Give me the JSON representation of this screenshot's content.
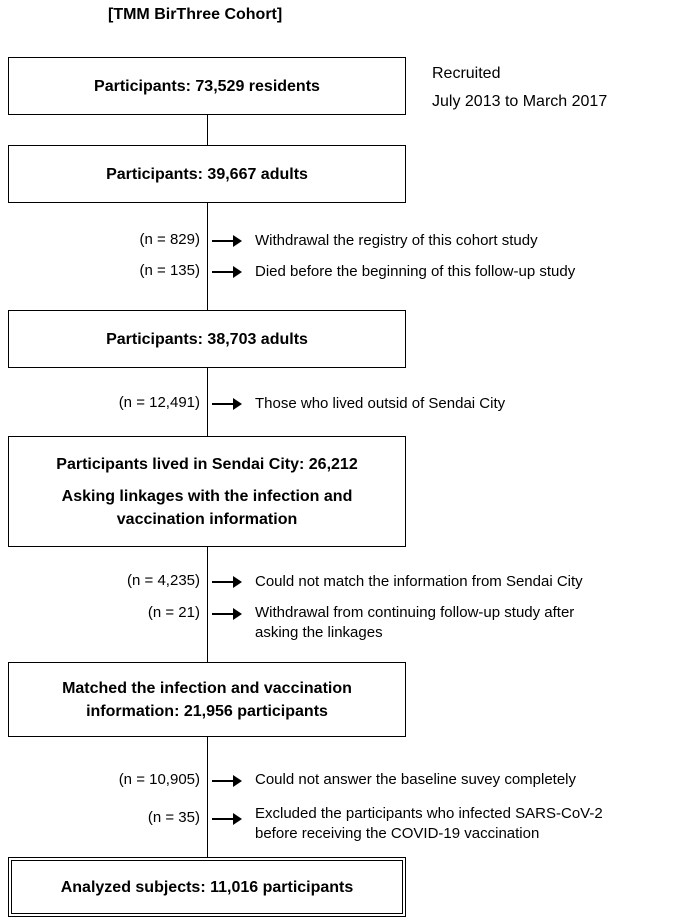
{
  "title": "[TMM BirThree Cohort]",
  "boxes": {
    "b1": "Participants: 73,529 residents",
    "b2": "Participants: 39,667 adults",
    "b3": "Participants: 38,703 adults",
    "b4_line1": "Participants lived in Sendai City: 26,212",
    "b4_line2": "Asking linkages with the infection and",
    "b4_line3": "vaccination information",
    "b5_line1": "Matched the infection and vaccination",
    "b5_line2": "information: 21,956 participants",
    "b6": "Analyzed subjects: 11,016 participants"
  },
  "recruited": {
    "line1": "Recruited",
    "line2": "July 2013 to March 2017"
  },
  "exclusions": [
    {
      "n": "(n = 829)",
      "reason_lines": [
        "Withdrawal the registry of this cohort study"
      ]
    },
    {
      "n": "(n = 135)",
      "reason_lines": [
        "Died before the beginning of this follow-up study"
      ]
    },
    {
      "n": "(n = 12,491)",
      "reason_lines": [
        "Those who lived outsid of Sendai City"
      ]
    },
    {
      "n": "(n = 4,235)",
      "reason_lines": [
        "Could not match the information from Sendai City"
      ]
    },
    {
      "n": "(n = 21)",
      "reason_lines": [
        "Withdrawal from continuing follow-up study after",
        "asking the linkages"
      ]
    },
    {
      "n": "(n = 10,905)",
      "reason_lines": [
        "Could not answer the baseline suvey completely"
      ]
    },
    {
      "n": "(n = 35)",
      "reason_lines": [
        "Excluded the participants who infected SARS-CoV-2",
        "before receiving the COVID-19 vaccination"
      ]
    }
  ]
}
